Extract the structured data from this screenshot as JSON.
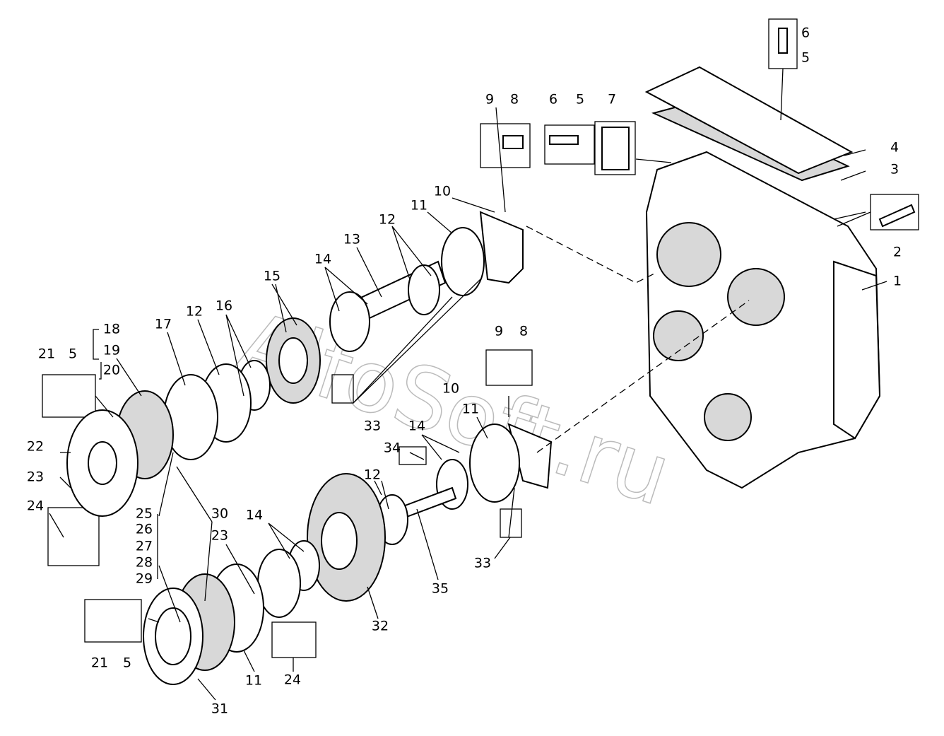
{
  "watermark": "AlfoSoft.ru",
  "callouts": [
    "6",
    "5",
    "9",
    "8",
    "6",
    "5",
    "7",
    "4",
    "3",
    "10",
    "11",
    "12",
    "2",
    "13",
    "1",
    "14",
    "15",
    "16",
    "18",
    "19",
    "20",
    "17",
    "12",
    "21",
    "5",
    "9",
    "8",
    "10",
    "11",
    "14",
    "33",
    "22",
    "34",
    "23",
    "12",
    "24",
    "25",
    "26",
    "27",
    "28",
    "29",
    "30",
    "14",
    "23",
    "33",
    "35",
    "32",
    "21",
    "5",
    "11",
    "24",
    "31"
  ]
}
